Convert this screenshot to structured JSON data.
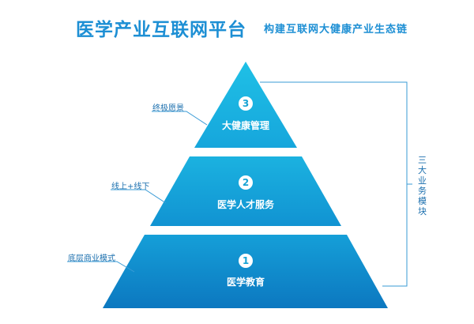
{
  "header": {
    "title": "医学产业互联网平台",
    "subtitle": "构建互联网大健康产业生态链"
  },
  "pyramid": {
    "tiers": [
      {
        "number": "3",
        "title": "大健康管理",
        "left_label": "终极愿景"
      },
      {
        "number": "2",
        "title": "医学人才服务",
        "left_label": "线上+线下"
      },
      {
        "number": "1",
        "title": "医学教育",
        "left_label": "底层商业模式"
      }
    ],
    "bracket_label": "三大业务模块"
  },
  "colors": {
    "title": "#1d8fd4",
    "tier_top": "#21b6e0",
    "tier_bottom": "#0f7fc4",
    "label": "#1b6fae"
  }
}
